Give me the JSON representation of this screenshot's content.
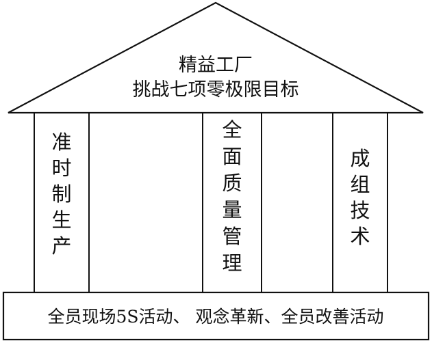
{
  "roof": {
    "line1": "精益工厂",
    "line2": "挑战七项零极限目标"
  },
  "pillars": [
    {
      "id": "jit",
      "text": "准时制生产"
    },
    {
      "id": "tqm",
      "text": "全面质量管理"
    },
    {
      "id": "group-tech",
      "text": "成组技术"
    }
  ],
  "foundation": {
    "text": "全员现场5S活动、 观念革新、全员改善活动"
  }
}
